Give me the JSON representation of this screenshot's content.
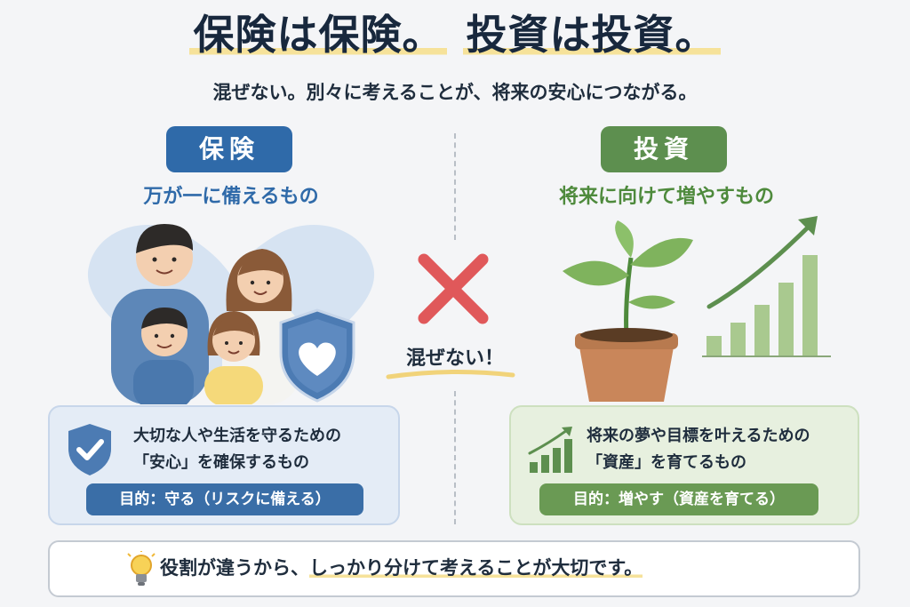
{
  "title": {
    "part1": "保険は保険。",
    "part2": "投資は投資。"
  },
  "subtitle": "混ぜない。別々に考えることが、将来の安心につながる。",
  "insurance": {
    "badge": "保険",
    "tagline": "万が一に備えるもの",
    "description_line1": "大切な人や生活を守るための",
    "description_line2": "「安心」を確保するもの",
    "purpose": "目的：守る（リスクに備える）",
    "accent_color": "#2f6aa9"
  },
  "investment": {
    "badge": "投資",
    "tagline": "将来に向けて増やすもの",
    "description_line1": "将来の夢や目標を叶えるための",
    "description_line2": "「資産」を育てるもの",
    "purpose": "目的：増やす（資産を育てる）",
    "accent_color": "#5d8f4f"
  },
  "center": {
    "mix_label": "混ぜない！",
    "cross_color": "#e0585a"
  },
  "note": {
    "prefix": "役割が違うから、",
    "emphasis": "しっかり分けて考えることが大切です。"
  },
  "icons": {
    "family": "family-illustration",
    "shield": "shield-heart-icon",
    "check_shield": "shield-check-icon",
    "plant": "potted-plant-illustration",
    "growth_chart": "growth-chart-icon",
    "bulb": "lightbulb-icon"
  }
}
